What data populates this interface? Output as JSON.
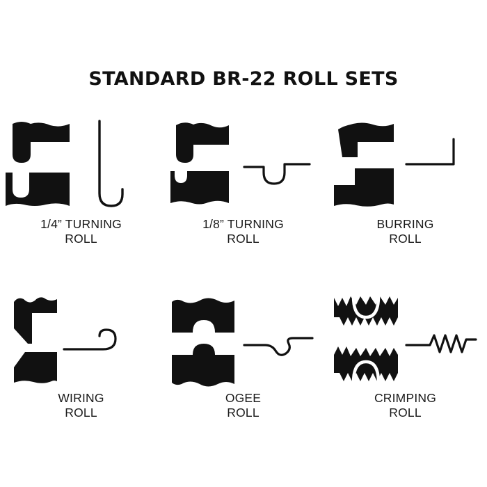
{
  "page": {
    "title": "STANDARD BR-22 ROLL SETS",
    "background_color": "#ffffff",
    "ink_color": "#111111"
  },
  "rolls": [
    {
      "id": "quarter-turning-roll",
      "label_line1": "1/4” TURNING",
      "label_line2": "ROLL",
      "profile_type": "j-hook-vertical",
      "row": 0,
      "column": 0
    },
    {
      "id": "eighth-turning-roll",
      "label_line1": "1/8” TURNING",
      "label_line2": "ROLL",
      "profile_type": "u-dip-horizontal",
      "row": 0,
      "column": 1
    },
    {
      "id": "burring-roll",
      "label_line1": "BURRING",
      "label_line2": "ROLL",
      "profile_type": "right-angle-flange",
      "row": 0,
      "column": 2
    },
    {
      "id": "wiring-roll",
      "label_line1": "WIRING",
      "label_line2": "ROLL",
      "profile_type": "curled-hook",
      "row": 1,
      "column": 0
    },
    {
      "id": "ogee-roll",
      "label_line1": "OGEE",
      "label_line2": "ROLL",
      "profile_type": "s-curve-wave",
      "row": 1,
      "column": 1
    },
    {
      "id": "crimping-roll",
      "label_line1": "CRIMPING",
      "label_line2": "ROLL",
      "profile_type": "zigzag",
      "row": 1,
      "column": 2
    }
  ]
}
